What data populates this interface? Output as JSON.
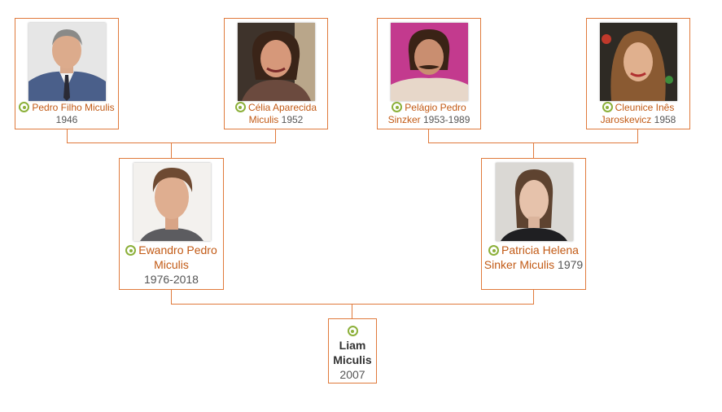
{
  "colors": {
    "accent": "#e07a3c",
    "name_link": "#c25a15",
    "status_dot": "#8cb03a"
  },
  "tree": {
    "grandparents": [
      {
        "name": "Pedro Filho Miculis",
        "years": "1946",
        "status_icon": "target-icon"
      },
      {
        "name": "Célia Aparecida Miculis",
        "years": "1952",
        "status_icon": "target-icon"
      },
      {
        "name": "Pelágio Pedro Sinzker",
        "years": "1953-1989",
        "status_icon": "target-icon"
      },
      {
        "name": "Cleunice Inês Jaroskevicz",
        "years": "1958",
        "status_icon": "target-icon"
      }
    ],
    "parents": [
      {
        "name": "Ewandro Pedro Miculis",
        "years": "1976-2018",
        "status_icon": "target-icon"
      },
      {
        "name": "Patricia Helena Sinker Miculis",
        "years": "1979",
        "status_icon": "target-icon"
      }
    ],
    "self": {
      "name": "Liam Miculis",
      "years": "2007",
      "status_icon": "target-icon"
    }
  }
}
